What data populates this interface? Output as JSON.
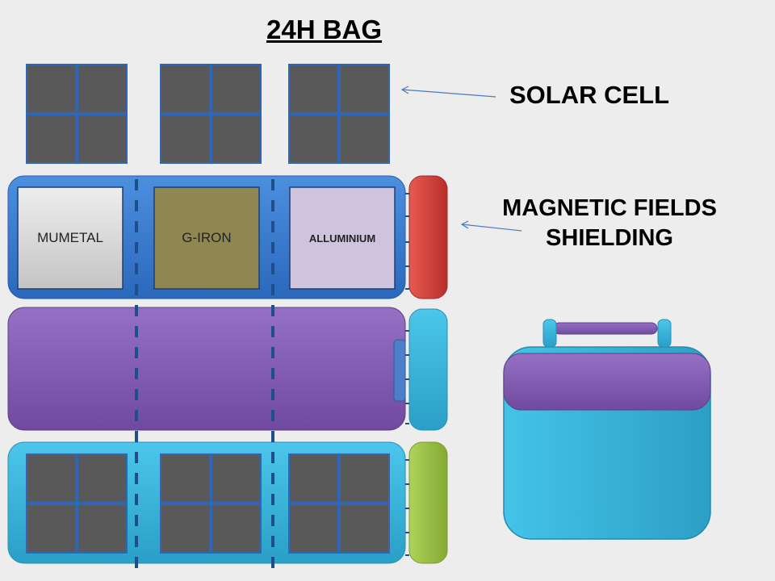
{
  "title": "24H BAG",
  "labels": {
    "solar_cell": "SOLAR CELL",
    "shielding_line1": "MAGNETIC FIELDS",
    "shielding_line2": "SHIELDING"
  },
  "shielding_panels": [
    {
      "name": "MUMETAL",
      "color": "#d9d9d9"
    },
    {
      "name": "G-IRON",
      "color": "#8f8752"
    },
    {
      "name": "ALLUMINIUM",
      "color": "#cfc4de"
    }
  ],
  "colors": {
    "blue_strip": "#3a7dd1",
    "purple_strip": "#8a62b8",
    "cyan_strip": "#3ab7dd",
    "red_tab": "#d8403b",
    "green_tab": "#9bc342",
    "solar_cell": "#595959",
    "divider": "#1f4e8c"
  }
}
